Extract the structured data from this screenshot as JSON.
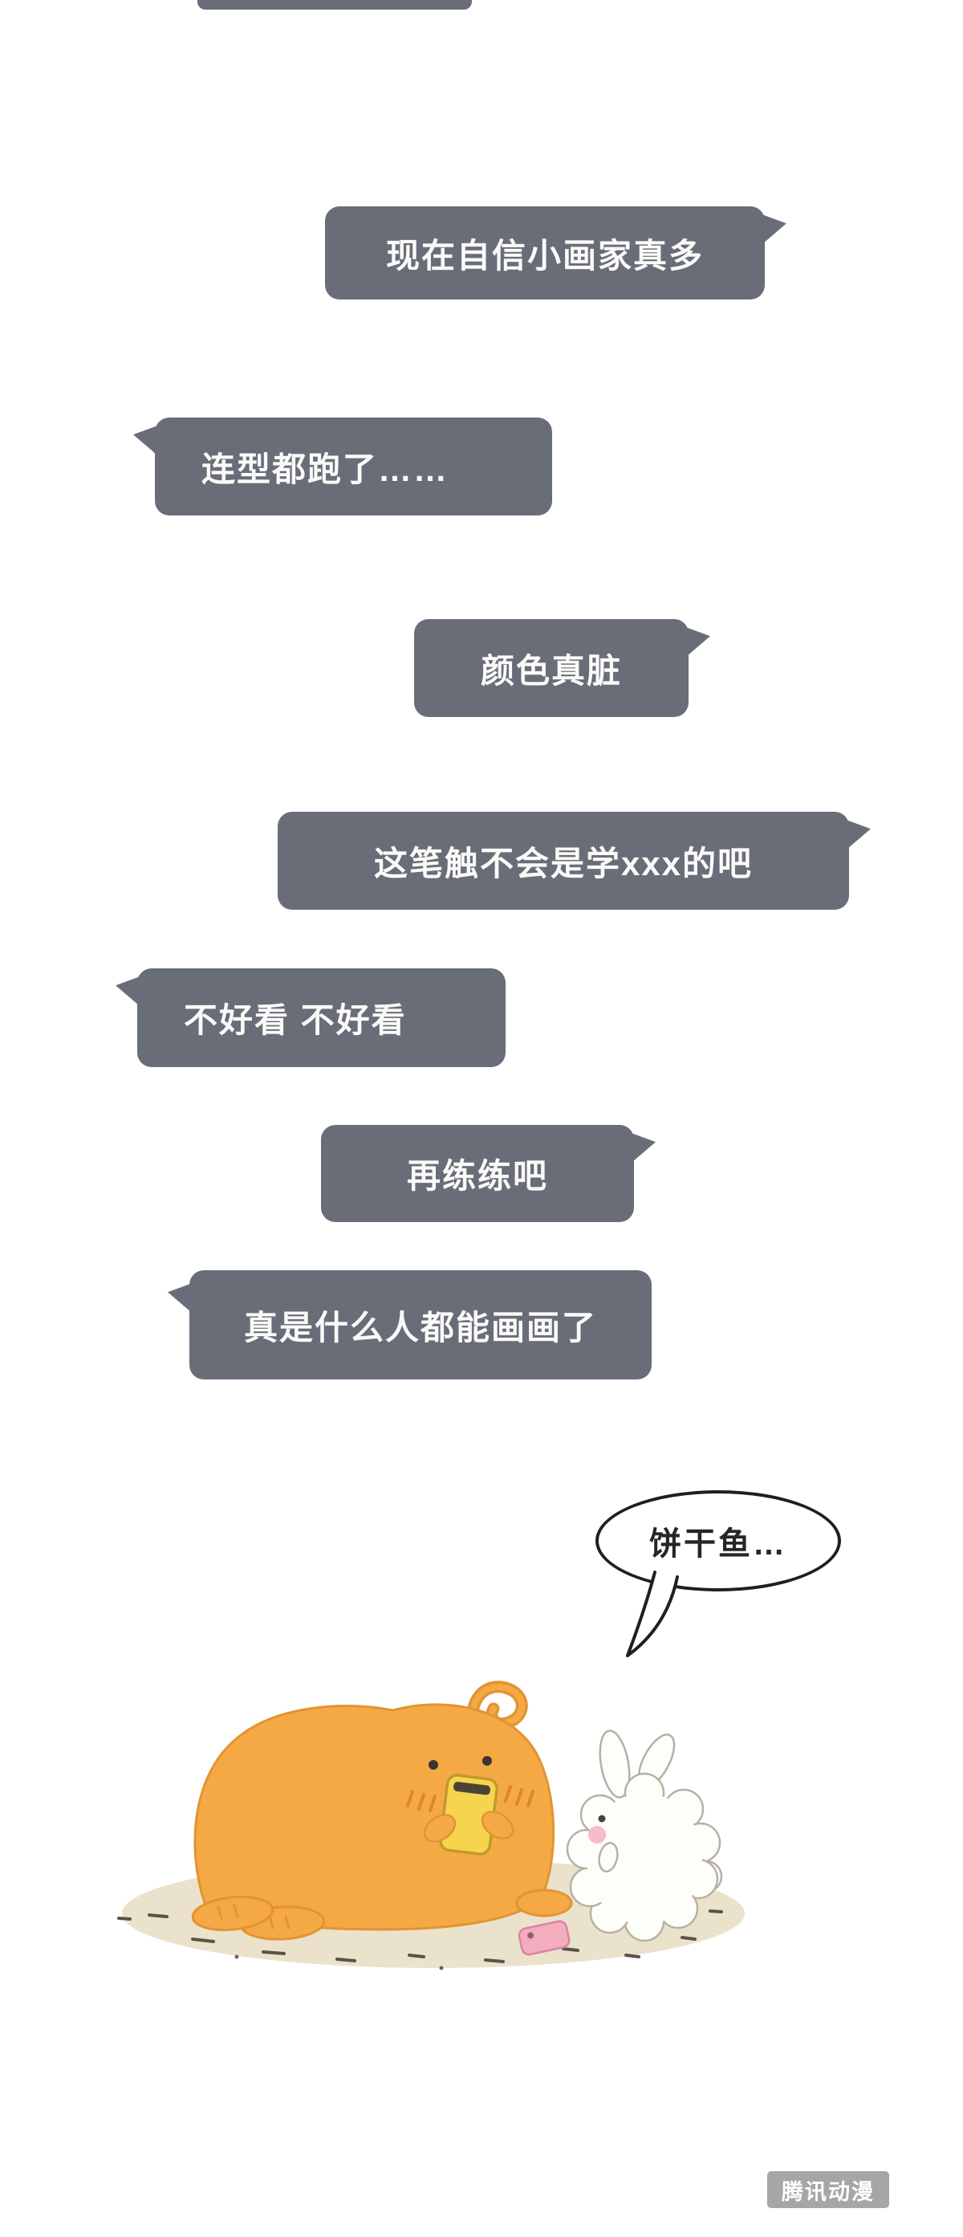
{
  "colors": {
    "bubble_gray": "#696d78",
    "bubble_text": "#fafaf8",
    "outline_black": "#1f1f1f",
    "creature_orange": "#f5a945",
    "creature_outline": "#e29433",
    "phone_yellow": "#f7d44e",
    "phone_pink": "#f4acbf",
    "rabbit_white": "#fdfdf9",
    "rabbit_outline": "#b7b1a3",
    "ground_beige": "#ebe2cc",
    "blush_pink": "#f7bcc8",
    "watermark_bg": "#a6a6a6"
  },
  "comments": [
    {
      "text": "现在自信小画家真多",
      "tail": "right"
    },
    {
      "text": "连型都跑了……",
      "tail": "left"
    },
    {
      "text": "颜色真脏",
      "tail": "right"
    },
    {
      "text": "这笔触不会是学xxx的吧",
      "tail": "right"
    },
    {
      "text": "不好看 不好看",
      "tail": "left"
    },
    {
      "text": "再练练吧",
      "tail": "right"
    },
    {
      "text": "真是什么人都能画画了",
      "tail": "left"
    }
  ],
  "speech": {
    "text": "饼干鱼…"
  },
  "watermark": {
    "text": "腾讯动漫"
  }
}
